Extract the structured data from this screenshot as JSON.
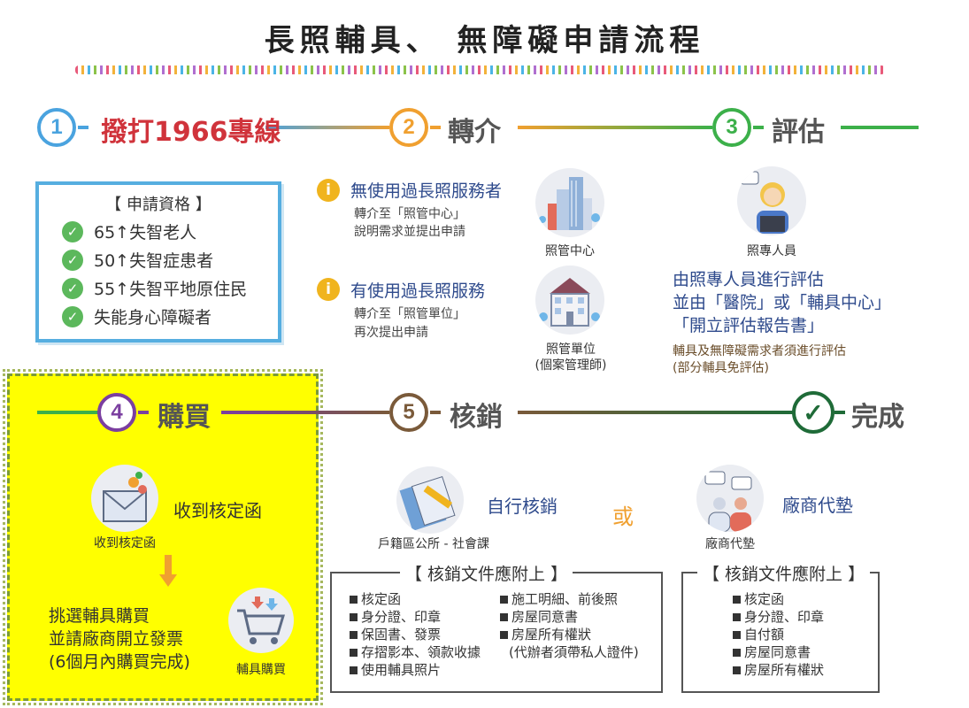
{
  "title": "長照輔具、 無障礙申請流程",
  "steps": [
    {
      "num": "1",
      "label": "撥打1966專線",
      "color": "#4aa3df",
      "label_color": "#d0333b"
    },
    {
      "num": "2",
      "label": "轉介",
      "color": "#f0a030",
      "label_color": "#555555"
    },
    {
      "num": "3",
      "label": "評估",
      "color": "#3cb04a",
      "label_color": "#555555"
    },
    {
      "num": "4",
      "label": "購買",
      "color": "#7b3fa0",
      "label_color": "#555555"
    },
    {
      "num": "5",
      "label": "核銷",
      "color": "#7a5a3a",
      "label_color": "#555555"
    },
    {
      "num": "✓",
      "label": "完成",
      "color": "#1f6b38",
      "label_color": "#555555"
    }
  ],
  "eligibility": {
    "title": "【 申請資格 】",
    "items": [
      "65↑失智老人",
      "50↑失智症患者",
      "55↑失智平地原住民",
      "失能身心障礙者"
    ]
  },
  "referral": {
    "new_user": {
      "icon": "i",
      "heading": "無使用過長照服務者",
      "line1": "轉介至「照管中心」",
      "line2": "說明需求並提出申請"
    },
    "existing_user": {
      "icon": "i",
      "heading": "有使用過長照服務",
      "line1": "轉介至「照管單位」",
      "line2": "再次提出申請"
    },
    "center_caption": "照管中心",
    "unit_caption_1": "照管單位",
    "unit_caption_2": "(個案管理師)"
  },
  "assessment": {
    "caption": "照專人員",
    "line1": "由照專人員進行評估",
    "line2": "並由「醫院」或「輔具中心」",
    "line3": "「開立評估報告書」",
    "note1": "輔具及無障礙需求者須進行評估",
    "note2": "(部分輔具免評估)"
  },
  "purchase": {
    "letter_caption": "收到核定函",
    "letter_text": "收到核定函",
    "line1": "挑選輔具購買",
    "line2": "並請廠商開立發票",
    "line3": "(6個月內購買完成)",
    "cart_caption": "輔具購買"
  },
  "writeoff": {
    "self_label": "自行核銷",
    "self_caption": "戶籍區公所 - 社會課",
    "or_label": "或",
    "vendor_label": "廠商代墊",
    "vendor_caption": "廠商代墊",
    "doc_title": "【 核銷文件應附上 】",
    "self_docs_col1": [
      "核定函",
      "身分證、印章",
      "保固書、發票",
      "存摺影本、領款收據",
      "使用輔具照片"
    ],
    "self_docs_col2": [
      "施工明細、前後照",
      "房屋同意書",
      "房屋所有權狀"
    ],
    "self_docs_note": "(代辦者須帶私人證件)",
    "vendor_doc_title": "【 核銷文件應附上 】",
    "vendor_docs": [
      "核定函",
      "身分證、印章",
      "自付額",
      "房屋同意書",
      "房屋所有權狀"
    ]
  }
}
